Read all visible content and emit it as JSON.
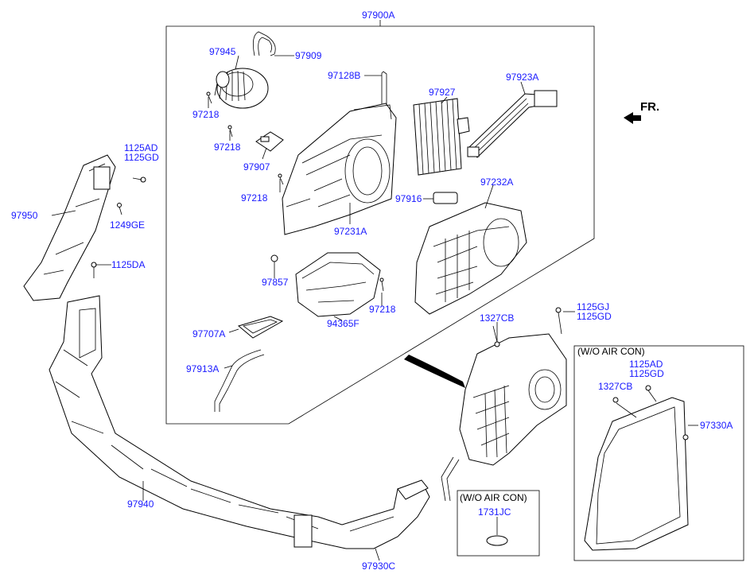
{
  "direction_label": "FR.",
  "parts": {
    "assembly": "97900A",
    "blower_motor": "97945",
    "hose_top": "97909",
    "bracket_b": "97128B",
    "evaporator": "97927",
    "duct_a": "97923A",
    "screw_1": "97218",
    "screw_2": "97218",
    "resistor": "97907",
    "screw_3": "97218",
    "case_231a": "97231A",
    "case_232a": "97232A",
    "valve": "97916",
    "seal": "97857",
    "screw_4": "97218",
    "filter_cover": "97707A",
    "housing": "94365F",
    "drain_hose": "97913A",
    "bolt_ad": "1125AD",
    "bolt_gd": "1125GD",
    "bolt_249ge": "1249GE",
    "rear_duct": "97950",
    "bolt_da": "1125DA",
    "main_duct": "97940",
    "end_duct": "97930C",
    "clip_cb": "1327CB",
    "bolt_gj": "1125GJ",
    "bolt_gd2": "1125GD",
    "bolt_ad_r": "1125AD",
    "bolt_gd_r": "1125GD",
    "clip_cb_r": "1327CB",
    "cover_330a": "97330A",
    "plug": "1731JC"
  },
  "boxes": {
    "wo_air_con_right": "(W/O AIR CON)",
    "wo_air_con_bottom": "(W/O AIR CON)"
  }
}
